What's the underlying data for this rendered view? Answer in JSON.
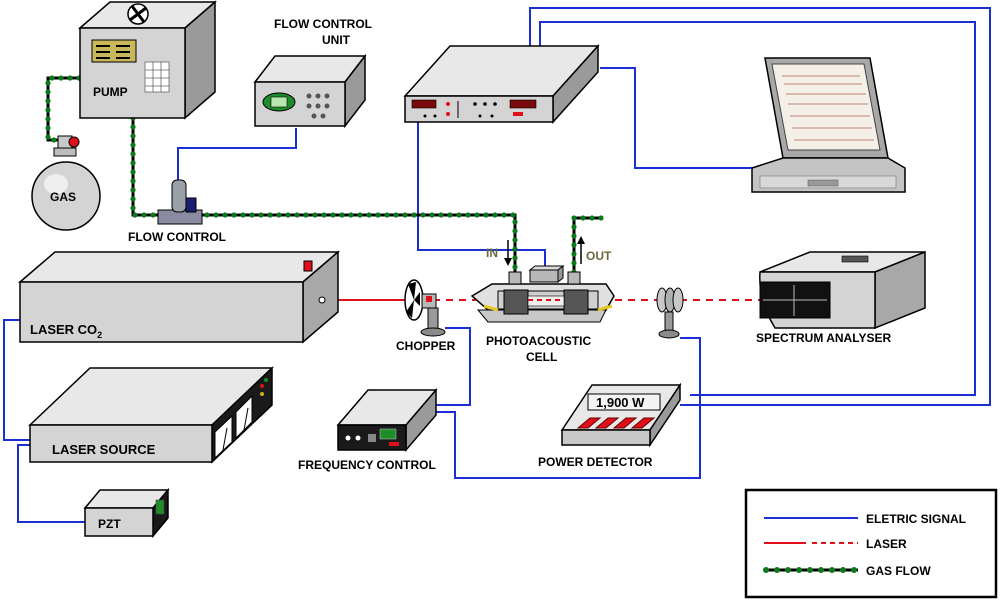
{
  "labels": {
    "pump": "PUMP",
    "gas": "GAS",
    "flow_control": "FLOW CONTROL",
    "flow_control_unit_line1": "FLOW CONTROL",
    "flow_control_unit_line2": "UNIT",
    "laser_co2": "LASER CO",
    "laser_co2_sub": "2",
    "laser_source": "LASER SOURCE",
    "pzt": "PZT",
    "chopper": "CHOPPER",
    "frequency_control": "FREQUENCY CONTROL",
    "photoacoustic_line1": "PHOTOACOUSTIC",
    "photoacoustic_line2": "CELL",
    "in": "IN",
    "out": "OUT",
    "spectrum_analyser": "SPECTRUM ANALYSER",
    "power_detector": "POWER DETECTOR",
    "power_reading": "1,900 W"
  },
  "legend": {
    "items": [
      {
        "label": "ELETRIC SIGNAL",
        "kind": "electric"
      },
      {
        "label": "LASER",
        "kind": "laser"
      },
      {
        "label": "GAS FLOW",
        "kind": "gas"
      }
    ]
  },
  "colors": {
    "electric": "#1a2fd4",
    "laser": "#e0101a",
    "gas_dot": "#0a7a1a",
    "gas_line": "#000000",
    "device_face": "#d4d4d4",
    "device_top": "#e8e8e8",
    "device_side": "#9a9a9a",
    "screen_green": "#1e8c2a"
  }
}
